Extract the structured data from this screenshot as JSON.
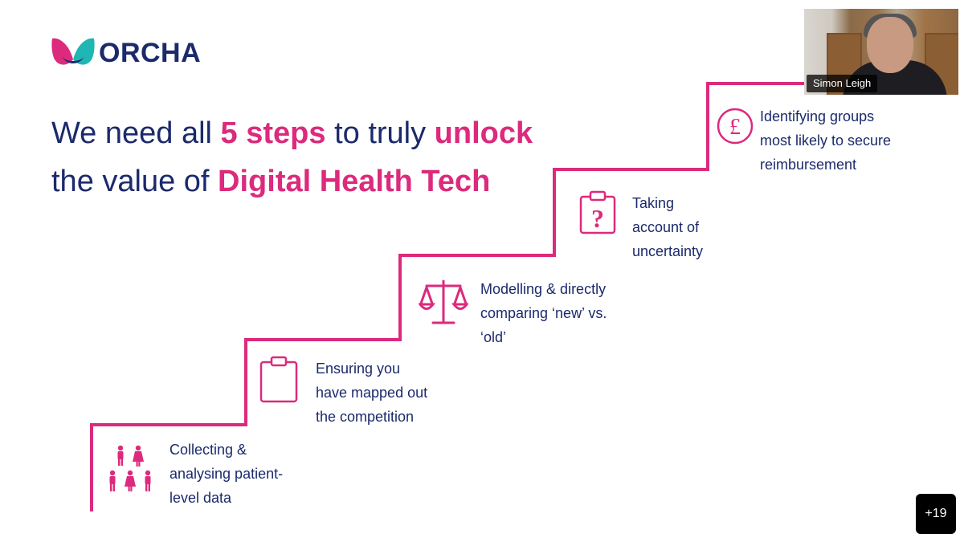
{
  "brand": {
    "name": "ORCHA",
    "accent": "#dc2a7c",
    "navy": "#1b2a6b"
  },
  "headline": {
    "part1": "We need all ",
    "bold1": "5 steps",
    "part2": " to truly ",
    "bold2": "unlock",
    "part3": "the value of ",
    "bold3": "Digital Health Tech"
  },
  "steps": [
    {
      "icon": "people-icon",
      "lines": [
        "Collecting &",
        "analysing patient-",
        "level data"
      ]
    },
    {
      "icon": "clipboard-icon",
      "lines": [
        "Ensuring you",
        "have mapped out",
        "the competition"
      ]
    },
    {
      "icon": "scales-icon",
      "lines": [
        "Modelling & directly",
        "comparing ‘new’ vs.",
        "‘old’"
      ]
    },
    {
      "icon": "clipboard-question-icon",
      "lines": [
        "Taking",
        "account of",
        "uncertainty"
      ]
    },
    {
      "icon": "pound-icon",
      "lines": [
        "Identifying groups",
        "most likely to secure",
        "reimbursement"
      ]
    }
  ],
  "video": {
    "participant_name": "Simon Leigh",
    "more_participants": "+19"
  }
}
